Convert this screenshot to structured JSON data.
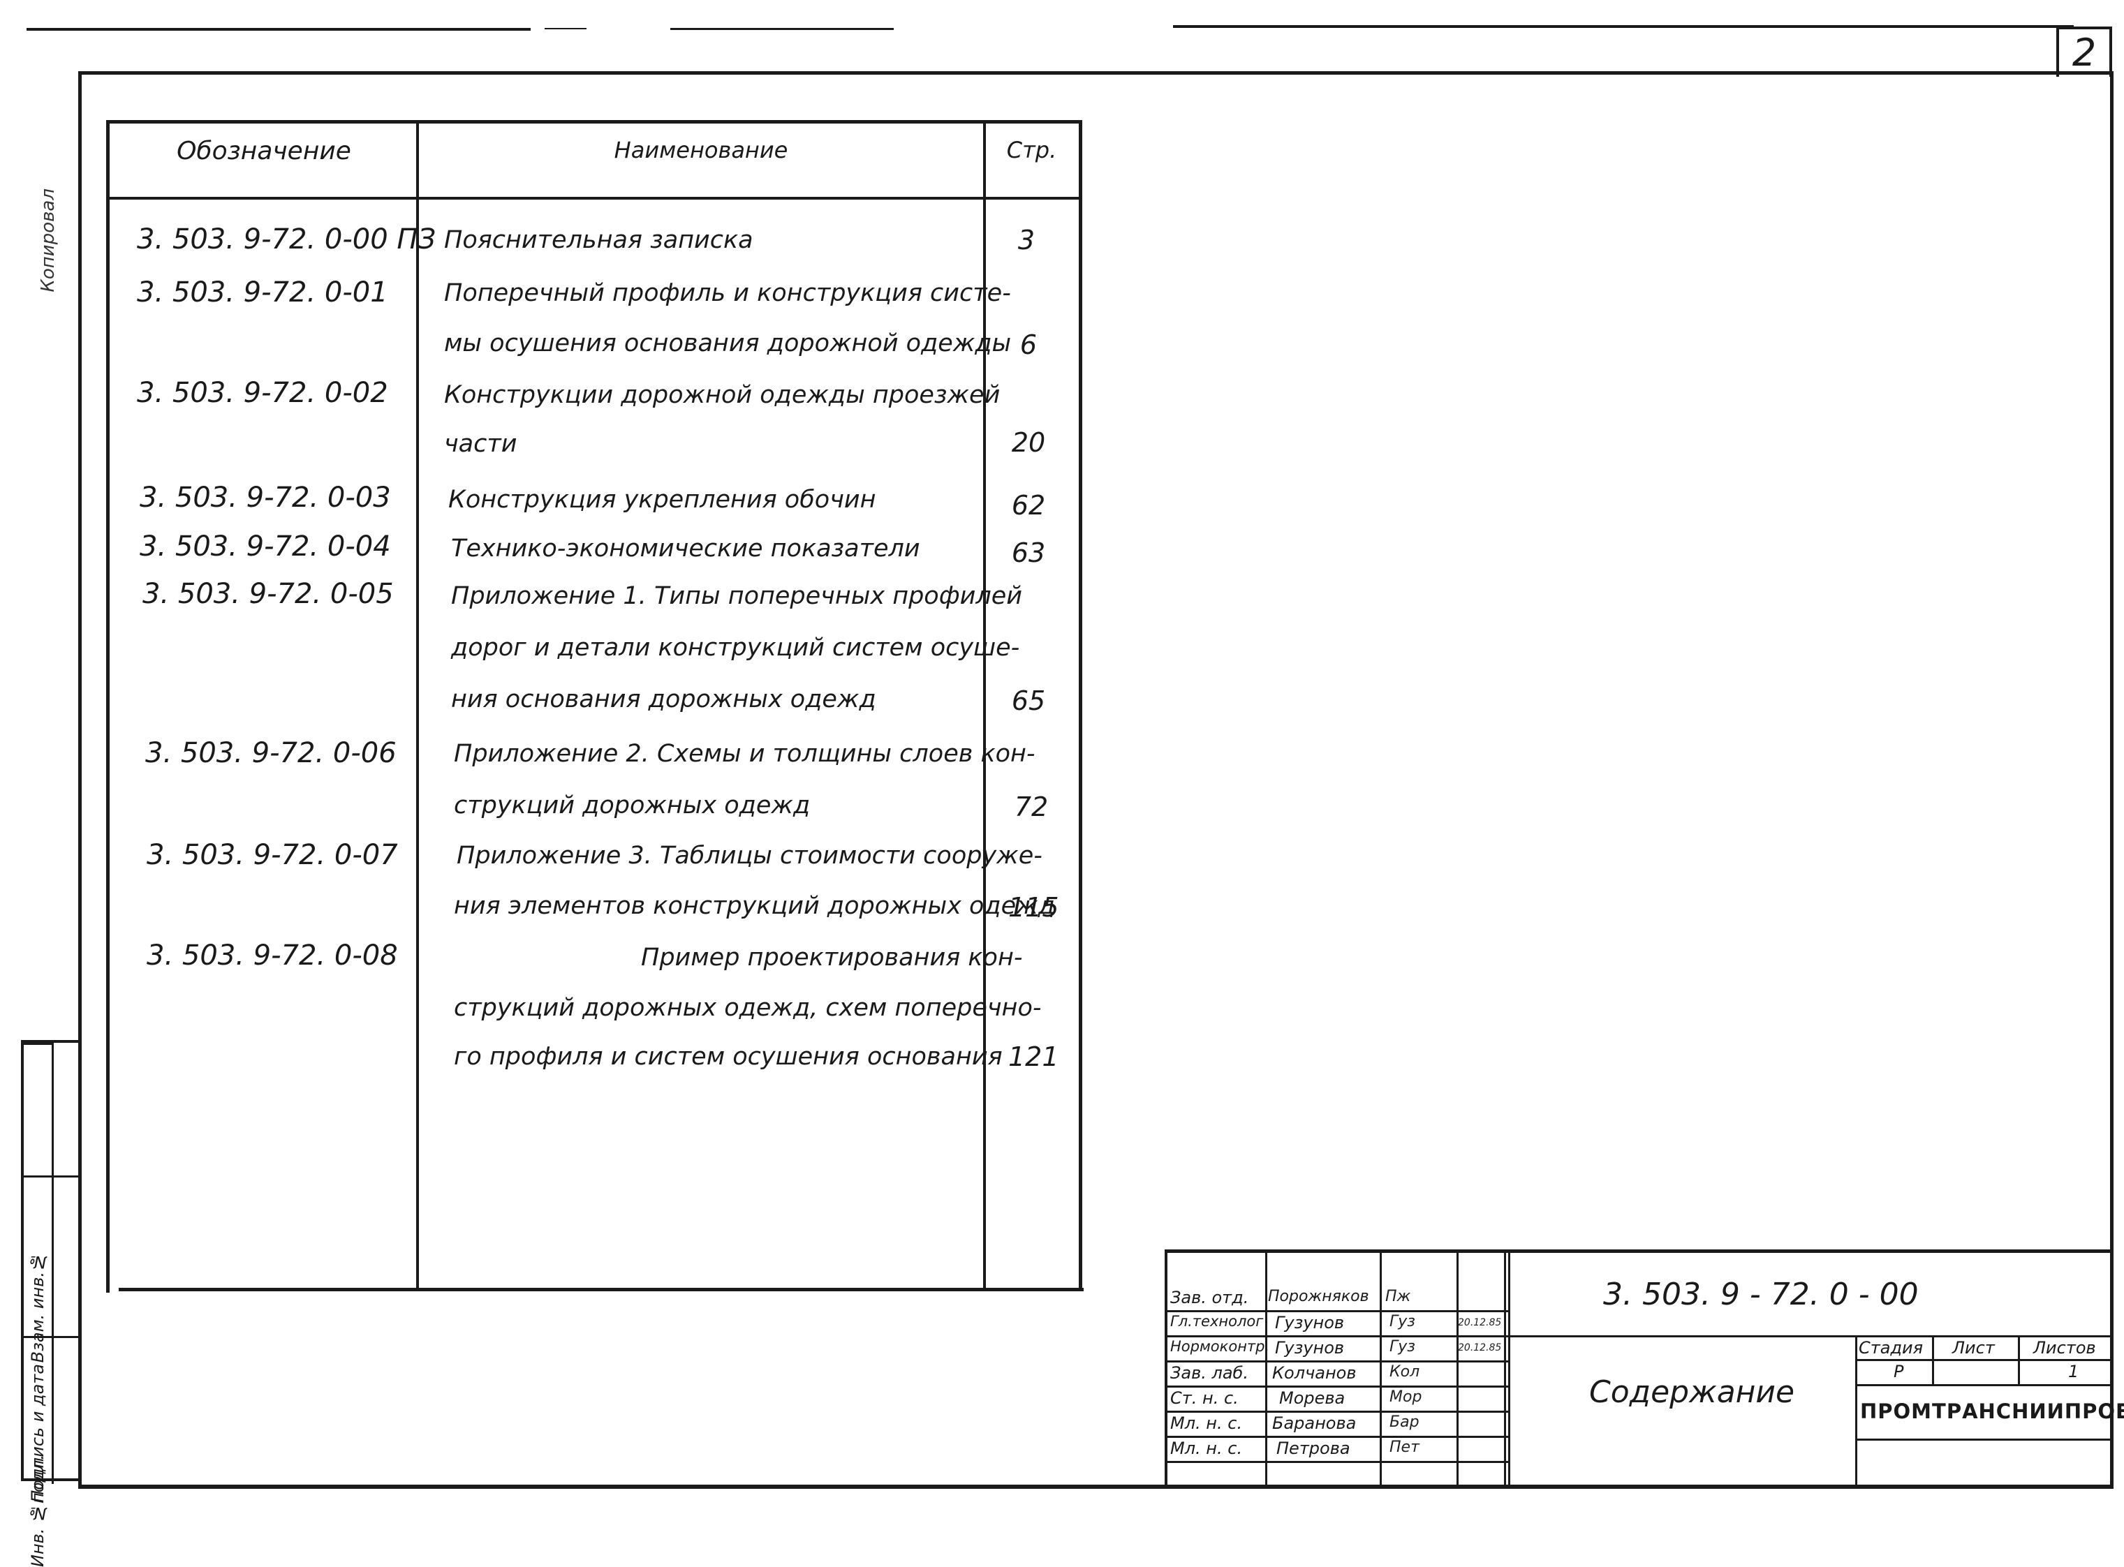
{
  "sheet_number": "2",
  "left_margin_text": "Копировал",
  "left_strip": {
    "inv_no": "Инв. №подл.",
    "signature_date": "Подпись и дата",
    "replaced_inv": "Взам. инв.№"
  },
  "contents": {
    "headers": {
      "designation": "Обозначение",
      "name": "Наименование",
      "page": "Стр."
    },
    "rows": [
      {
        "code": "3. 503. 9-72. 0-00 ПЗ",
        "lines": [
          "Пояснительная   записка"
        ],
        "page": "3"
      },
      {
        "code": "3. 503. 9-72. 0-01",
        "lines": [
          "Поперечный профиль и конструкция систе-",
          "мы осушения основания дорожной одежды"
        ],
        "page": "6"
      },
      {
        "code": "3. 503. 9-72. 0-02",
        "lines": [
          "Конструкции  дорожной одежды проезжей",
          "части"
        ],
        "page": "20"
      },
      {
        "code": "3. 503. 9-72. 0-03",
        "lines": [
          "Конструкция укрепления обочин"
        ],
        "page": "62"
      },
      {
        "code": "3. 503. 9-72. 0-04",
        "lines": [
          "Технико-экономические  показатели"
        ],
        "page": "63"
      },
      {
        "code": "3. 503. 9-72. 0-05",
        "lines": [
          "Приложение 1. Типы поперечных профилей",
          "дорог и детали конструкций систем осуше-",
          "ния основания дорожных одежд"
        ],
        "page": "65"
      },
      {
        "code": "3. 503. 9-72. 0-06",
        "lines": [
          "Приложение 2. Схемы и толщины слоев кон-",
          "струкций дорожных одежд"
        ],
        "page": "72"
      },
      {
        "code": "3. 503. 9-72. 0-07",
        "lines": [
          "Приложение 3. Таблицы стоимости сооруже-",
          "ния  элементов конструкций дорожных одежд"
        ],
        "page": "115"
      },
      {
        "code": "3. 503. 9-72. 0-08",
        "lines": [
          "Пример проектирования кон-",
          "струкций дорожных одежд, схем поперечно-",
          "го профиля и систем осушения основания"
        ],
        "page": "121"
      }
    ]
  },
  "title_block": {
    "personnel": [
      {
        "role": "Зав. отд.",
        "name": "Порожняков",
        "signature": "Пж",
        "date": ""
      },
      {
        "role": "Гл.технолог",
        "name": "Гузунов",
        "signature": "Гуз",
        "date": "20.12.85"
      },
      {
        "role": "Нормоконтр.",
        "name": "Гузунов",
        "signature": "Гуз",
        "date": "20.12.85"
      },
      {
        "role": "Зав. лаб.",
        "name": "Колчанов",
        "signature": "Кол",
        "date": ""
      },
      {
        "role": "Ст. н. с.",
        "name": "Морева",
        "signature": "Мор",
        "date": ""
      },
      {
        "role": "Мл. н. с.",
        "name": "Баранова",
        "signature": "Бар",
        "date": ""
      },
      {
        "role": "Мл. н. с.",
        "name": "Петрова",
        "signature": "Пет",
        "date": ""
      }
    ],
    "document_code": "3. 503. 9 - 72.  0 - 00",
    "document_title": "Содержание",
    "stage_label": "Стадия",
    "sheet_label": "Лист",
    "sheets_label": "Листов",
    "stage_value": "Р",
    "sheet_value": "",
    "sheets_value": "1",
    "organization": "ПРОМТРАНСНИИПРОЕКТ"
  }
}
